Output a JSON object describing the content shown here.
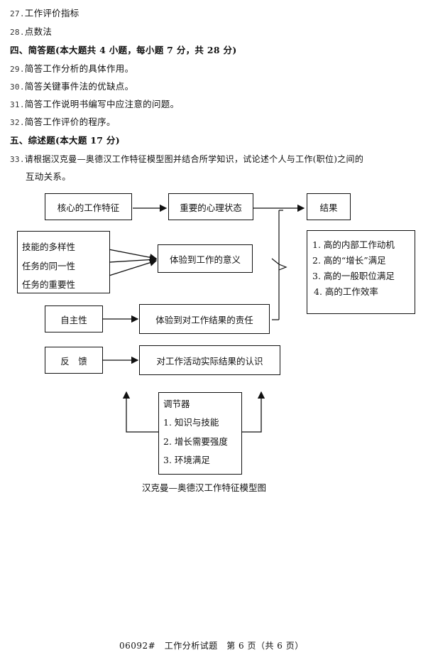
{
  "lines": [
    {
      "num": "27.",
      "text": "工作评价指标"
    },
    {
      "num": "28.",
      "text": "点数法"
    },
    {
      "num": "",
      "text": "四、简答题(本大题共 4 小题，每小题 7 分，共 28 分)"
    },
    {
      "num": "29.",
      "text": "简答工作分析的具体作用。"
    },
    {
      "num": "30.",
      "text": "简答关键事件法的优缺点。"
    },
    {
      "num": "31.",
      "text": "简答工作说明书编写中应注意的问题。"
    },
    {
      "num": "32.",
      "text": "简答工作评价的程序。"
    },
    {
      "num": "",
      "text": "五、综述题(本大题 17 分)"
    },
    {
      "num": "33.",
      "text": "请根据汉克曼—奥德汉工作特征模型图并结合所学知识，试论述个人与工作(职位)之间的"
    },
    {
      "num": "",
      "text": "互动关系。"
    }
  ],
  "diagram": {
    "core_features": "核心的工作特征",
    "psych_state": "重要的心理状态",
    "results": "结果",
    "skill_variety": "技能的多样性",
    "task_identity": "任务的同一性",
    "task_significance": "任务的重要性",
    "meaningfulness": "体验到工作的意义",
    "results_list": [
      "1. 高的内部工作动机",
      "2. 高的“增长”满足",
      "3. 高的一般职位满足",
      "4. 高的工作效率"
    ],
    "autonomy": "自主性",
    "responsibility": "体验到对工作结果的责任",
    "feedback": "反　馈",
    "knowledge_results": "对工作活动实际结果的认识",
    "moderators_title": "调节器",
    "moderators": [
      "1. 知识与技能",
      "2. 增长需要强度",
      "3. 环境满足"
    ],
    "caption": "汉克曼—奥德汉工作特征模型图"
  },
  "footer": "06092#　工作分析试题　第 6 页（共 6 页）"
}
